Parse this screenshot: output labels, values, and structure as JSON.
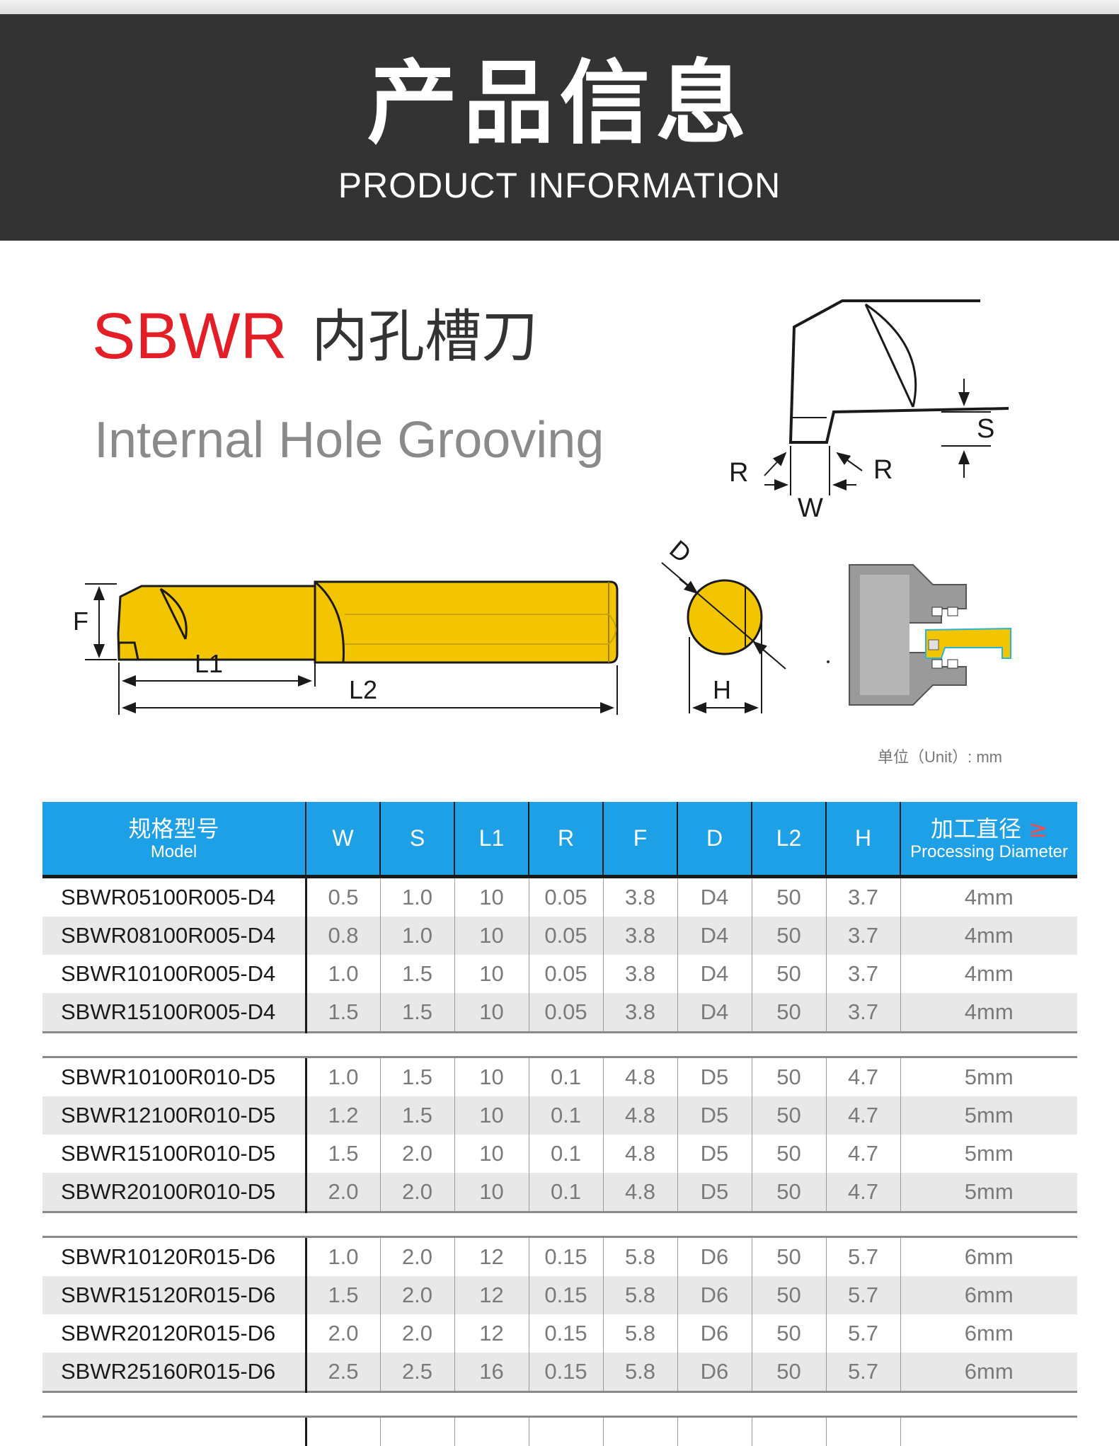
{
  "banner": {
    "title_cn": "产品信息",
    "title_en": "PRODUCT INFORMATION"
  },
  "product": {
    "code": "SBWR",
    "name_cn": "内孔槽刀",
    "name_en": "Internal Hole Grooving"
  },
  "diagram_labels": {
    "S": "S",
    "R": "R",
    "W": "W",
    "D": "D",
    "F": "F",
    "L1": "L1",
    "L2": "L2",
    "H": "H"
  },
  "unit_note": "单位（Unit）: mm",
  "colors": {
    "banner": "#333333",
    "accent_red": "#e41e26",
    "table_header": "#1ea0e6",
    "tool_gold": "#f2c500"
  },
  "table": {
    "header": {
      "model_cn": "规格型号",
      "model_en": "Model",
      "w": "W",
      "s": "S",
      "l1": "L1",
      "r": "R",
      "f": "F",
      "d": "D",
      "l2": "L2",
      "h": "H",
      "proc_cn": "加工直径",
      "proc_ge": "≥",
      "proc_en": "Processing Diameter"
    },
    "groups": [
      [
        [
          "SBWR05100R005-D4",
          "0.5",
          "1.0",
          "10",
          "0.05",
          "3.8",
          "D4",
          "50",
          "3.7",
          "4mm"
        ],
        [
          "SBWR08100R005-D4",
          "0.8",
          "1.0",
          "10",
          "0.05",
          "3.8",
          "D4",
          "50",
          "3.7",
          "4mm"
        ],
        [
          "SBWR10100R005-D4",
          "1.0",
          "1.5",
          "10",
          "0.05",
          "3.8",
          "D4",
          "50",
          "3.7",
          "4mm"
        ],
        [
          "SBWR15100R005-D4",
          "1.5",
          "1.5",
          "10",
          "0.05",
          "3.8",
          "D4",
          "50",
          "3.7",
          "4mm"
        ]
      ],
      [
        [
          "SBWR10100R010-D5",
          "1.0",
          "1.5",
          "10",
          "0.1",
          "4.8",
          "D5",
          "50",
          "4.7",
          "5mm"
        ],
        [
          "SBWR12100R010-D5",
          "1.2",
          "1.5",
          "10",
          "0.1",
          "4.8",
          "D5",
          "50",
          "4.7",
          "5mm"
        ],
        [
          "SBWR15100R010-D5",
          "1.5",
          "2.0",
          "10",
          "0.1",
          "4.8",
          "D5",
          "50",
          "4.7",
          "5mm"
        ],
        [
          "SBWR20100R010-D5",
          "2.0",
          "2.0",
          "10",
          "0.1",
          "4.8",
          "D5",
          "50",
          "4.7",
          "5mm"
        ]
      ],
      [
        [
          "SBWR10120R015-D6",
          "1.0",
          "2.0",
          "12",
          "0.15",
          "5.8",
          "D6",
          "50",
          "5.7",
          "6mm"
        ],
        [
          "SBWR15120R015-D6",
          "1.5",
          "2.0",
          "12",
          "0.15",
          "5.8",
          "D6",
          "50",
          "5.7",
          "6mm"
        ],
        [
          "SBWR20120R015-D6",
          "2.0",
          "2.0",
          "12",
          "0.15",
          "5.8",
          "D6",
          "50",
          "5.7",
          "6mm"
        ],
        [
          "SBWR25160R015-D6",
          "2.5",
          "2.5",
          "16",
          "0.15",
          "5.8",
          "D6",
          "50",
          "5.7",
          "6mm"
        ]
      ]
    ]
  }
}
